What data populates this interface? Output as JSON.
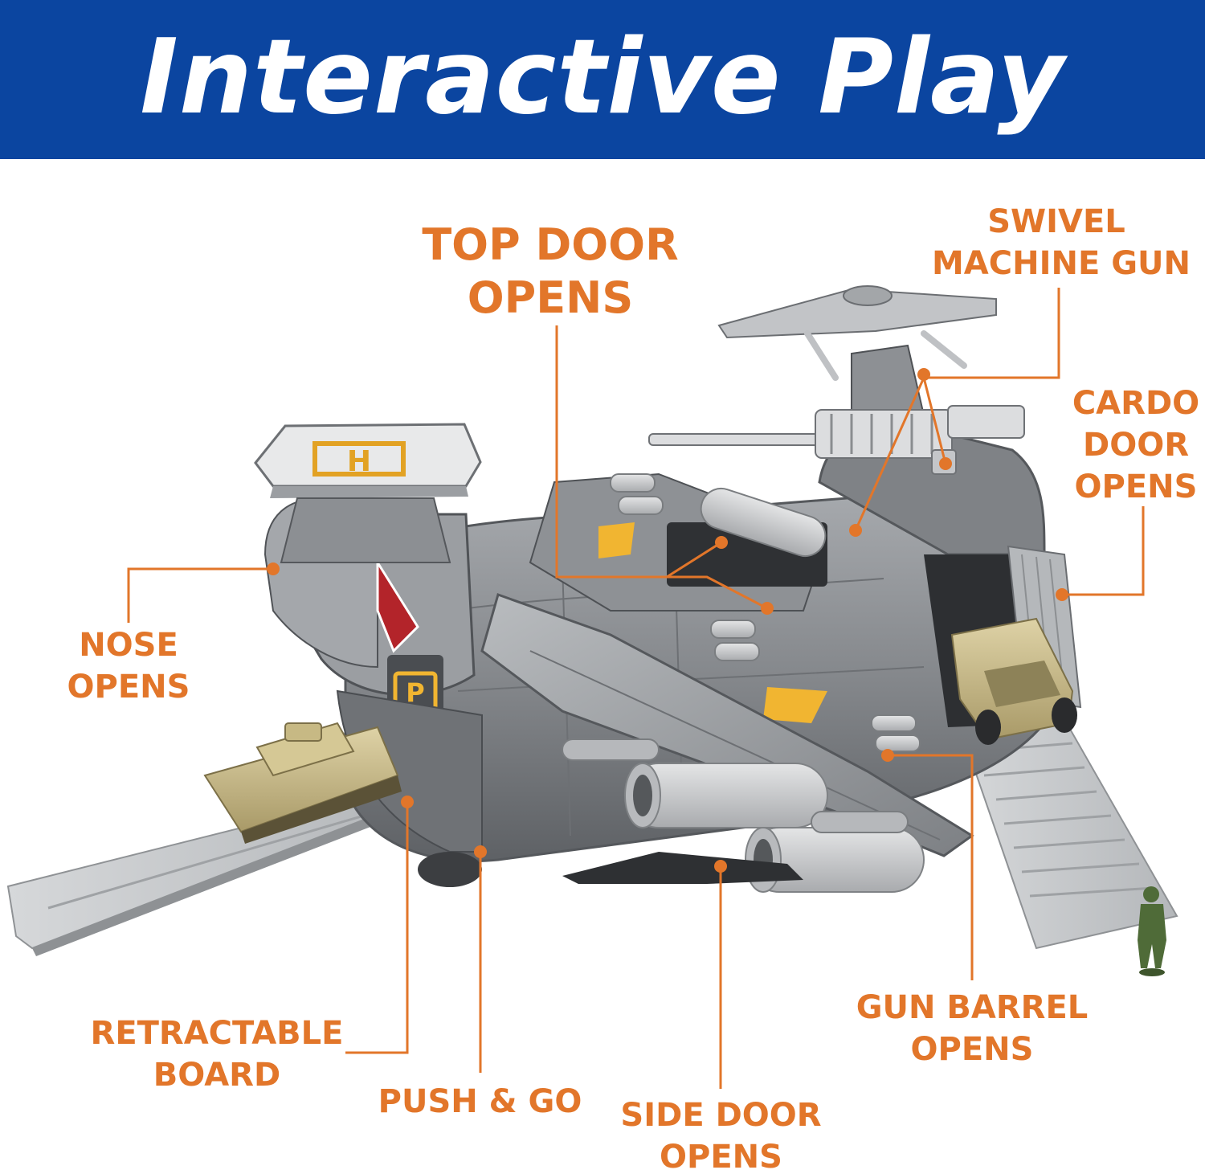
{
  "header": {
    "title": "Interactive Play"
  },
  "labels": {
    "top_door": [
      "TOP DOOR",
      "OPENS"
    ],
    "swivel_gun": [
      "SWIVEL",
      "MACHINE GUN"
    ],
    "cargo_door": [
      "CARDO",
      "DOOR",
      "OPENS"
    ],
    "nose": [
      "NOSE",
      "OPENS"
    ],
    "retractable": [
      "RETRACTABLE",
      "BOARD"
    ],
    "push_go": [
      "PUSH & GO"
    ],
    "side_door": [
      "SIDE DOOR",
      "OPENS"
    ],
    "gun_barrel": [
      "GUN BARREL",
      "OPENS"
    ]
  },
  "colors": {
    "banner": "#0b45a0",
    "accent": "#e2762a",
    "body_gray": "#8a8d91",
    "light_gray": "#c9cbce",
    "tank_tan": "#c8b98a",
    "soldier_green": "#4f6b38"
  }
}
